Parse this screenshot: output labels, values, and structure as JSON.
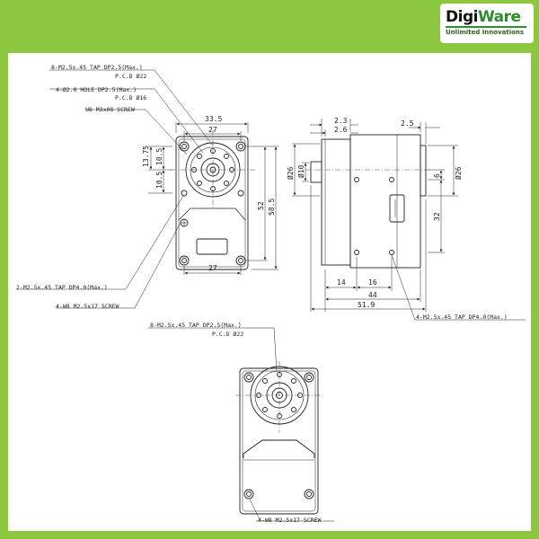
{
  "logo": {
    "brand_prefix": "Digi",
    "brand_suffix": "Ware",
    "tagline": "Unlimited Innovations"
  },
  "annotations": {
    "front_top_tap": "8-M2.5x.45 TAP DP2.5(Max.)",
    "front_top_pcd": "P.C.D Ø22",
    "front_hole": "4-Ø2.0 HOLE DP2.5(Max.)",
    "front_hole_pcd": "P.C.D Ø16",
    "front_screw": "W8 M3x08 SCREW",
    "front_side_tap": "2-M2.5x.45 TAP DP4.0(Max.)",
    "front_bottom_screw": "4-W8 M2.5x17 SCREW",
    "side_tap": "4-M2.5x.45 TAP DP4.0(Max.)",
    "back_top_tap": "8-M2.5x.45 TAP DP2.5(Max.)",
    "back_top_pcd": "P.C.D Ø22",
    "back_bottom_screw": "4-W8 M2.5x17 SCREW"
  },
  "dimensions": {
    "front_width": "33.5",
    "front_pcd_width": "27",
    "front_bottom_width": "27",
    "front_h_13_75": "13.75",
    "front_h_10_5_top": "10.5",
    "front_h_10_5_bottom": "10.5",
    "front_h_52": "52",
    "front_h_58_5": "58.5",
    "side_2_3": "2.3",
    "side_2_6": "2.6",
    "side_2_5": "2.5",
    "side_d26_left": "Ø26",
    "side_d10": "Ø10",
    "side_d26_right": "Ø26",
    "side_6": "6",
    "side_32": "32",
    "side_14": "14",
    "side_16": "16",
    "side_44": "44",
    "side_51_9": "51.9"
  }
}
